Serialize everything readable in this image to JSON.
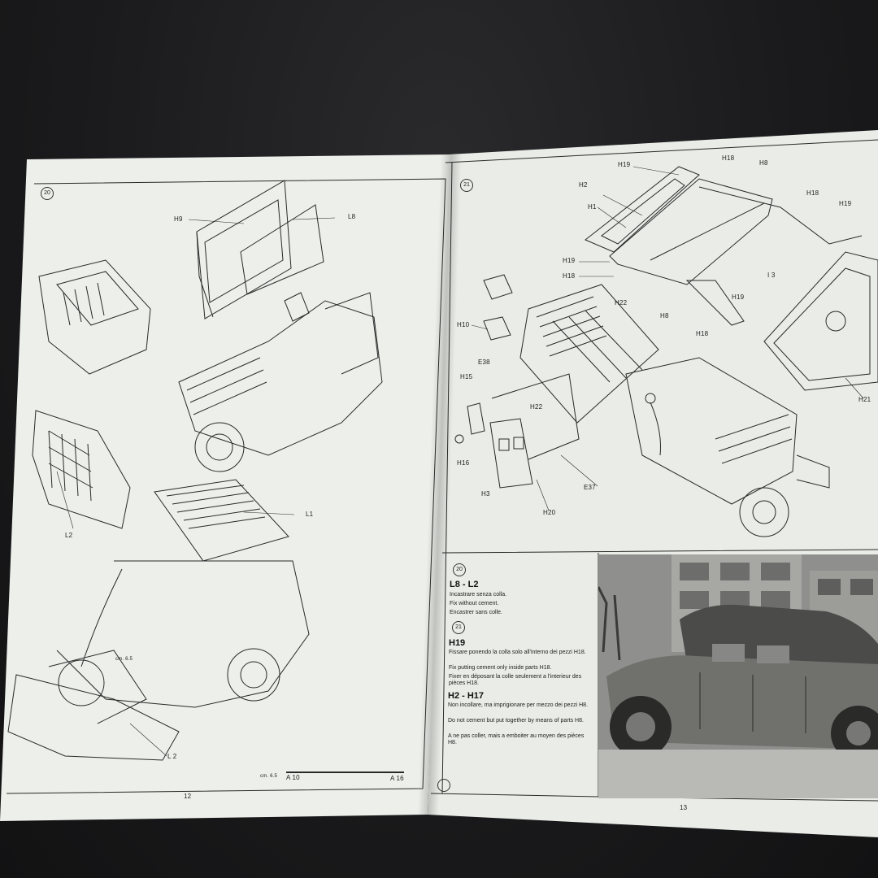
{
  "left_page": {
    "step_number": "20",
    "labels": {
      "h9": "H9",
      "l8": "L8",
      "l2_top": "L2",
      "l1": "L1",
      "cm65_mid": "cm. 6.5",
      "l2_bottom": "L 2",
      "cm65_ruler": "cm. 6.5",
      "a10": "A 10",
      "a16": "A 16"
    },
    "page_number": "12"
  },
  "right_page": {
    "step_number": "21",
    "labels": {
      "h19_a": "H19",
      "h18_a": "H18",
      "h8_a": "H8",
      "h2": "H2",
      "h1": "H1",
      "h18_b": "H18",
      "h19_b": "H19",
      "h19_c": "H19",
      "h18_c": "H18",
      "i3": "I 3",
      "h22_a": "H22",
      "h8_b": "H8",
      "h19_d": "H19",
      "h10": "H10",
      "h18_d": "H18",
      "e38": "E38",
      "h15": "H15",
      "h22_b": "H22",
      "h21": "H21",
      "h16": "H16",
      "e37": "E37",
      "h3": "H3",
      "h20": "H20"
    },
    "instructions": {
      "step20_circle": "20",
      "step20_title": "L8 - L2",
      "step20_it": "Incastrare senza colla.",
      "step20_en": "Fix without cement.",
      "step20_fr": "Encastrer sans colle.",
      "step21_circle": "21",
      "h19_title": "H19",
      "h19_it": "Fissare ponendo la colla solo all'interno dei pezzi H18.",
      "h19_en": "Fix putting cement only inside parts H18.",
      "h19_fr": "Fixer en déposant la colle seulement a l'interieur des pièces H18.",
      "h2h17_title": "H2 - H17",
      "h2h17_it": "Non incollare, ma imprigionare per mezzo dei pezzi H8.",
      "h2h17_en": "Do not cement but put together by means of parts H8.",
      "h2h17_fr": "A ne pas coller, mais a emboiter au moyen des pièces H8."
    },
    "page_number": "13"
  },
  "colors": {
    "paper": "#ecefea",
    "line": "#2a2a2a",
    "background": "#1b1b1d"
  }
}
